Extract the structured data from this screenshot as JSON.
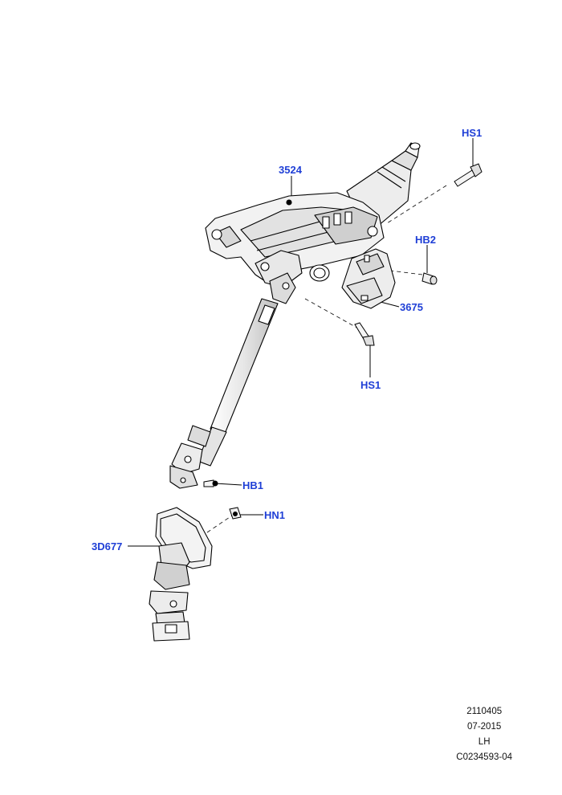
{
  "colors": {
    "callout": "#1f3fd6",
    "line": "#000000",
    "part_fill": "#f2f2f2",
    "part_shade": "#cfcfcf"
  },
  "callouts": {
    "hs1_top": "HS1",
    "p3524": "3524",
    "hb2": "HB2",
    "p3675": "3675",
    "hs1_bottom": "HS1",
    "hb1": "HB1",
    "hn1": "HN1",
    "p3d677": "3D677"
  },
  "meta": {
    "number": "2110405",
    "date": "07-2015",
    "side": "LH",
    "ref": "C0234593-04"
  }
}
